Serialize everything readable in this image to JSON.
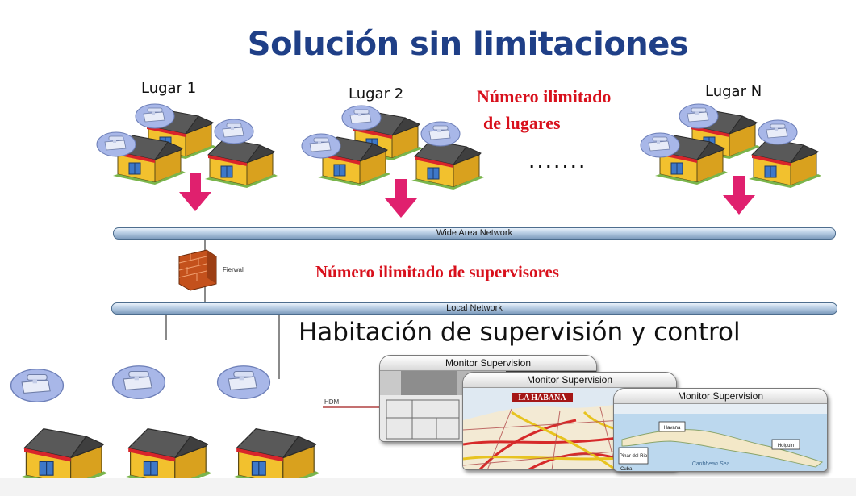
{
  "title": "Solución sin limitaciones",
  "sites": [
    {
      "label": "Lugar 1"
    },
    {
      "label": "Lugar 2"
    },
    {
      "label": "Lugar N"
    }
  ],
  "unlimited_sites_note": [
    "Número ilimitado",
    "de lugares"
  ],
  "ellipsis": ".......",
  "wan_label": "Wide Area Network",
  "firewall_label": "Fierwall",
  "unlimited_supervisors_note": "Número ilimitado de supervisores",
  "lan_label": "Local Network",
  "control_room_label": "Habitación de supervisión y control",
  "hdmi_label": "HDMI",
  "monitors": [
    {
      "title": "Monitor Supervision"
    },
    {
      "title": "Monitor Supervision",
      "banner": "LA HABANA"
    },
    {
      "title": "Monitor Supervision",
      "sea": "Caribbean Sea",
      "places": [
        "Havana",
        "Pinar del Rio",
        "Holguin",
        "Cuba"
      ]
    }
  ],
  "colors": {
    "title": "#1f3f87",
    "note_red": "#d8101c",
    "arrow": "#e0206e",
    "pipe": "#9bb5d2"
  }
}
